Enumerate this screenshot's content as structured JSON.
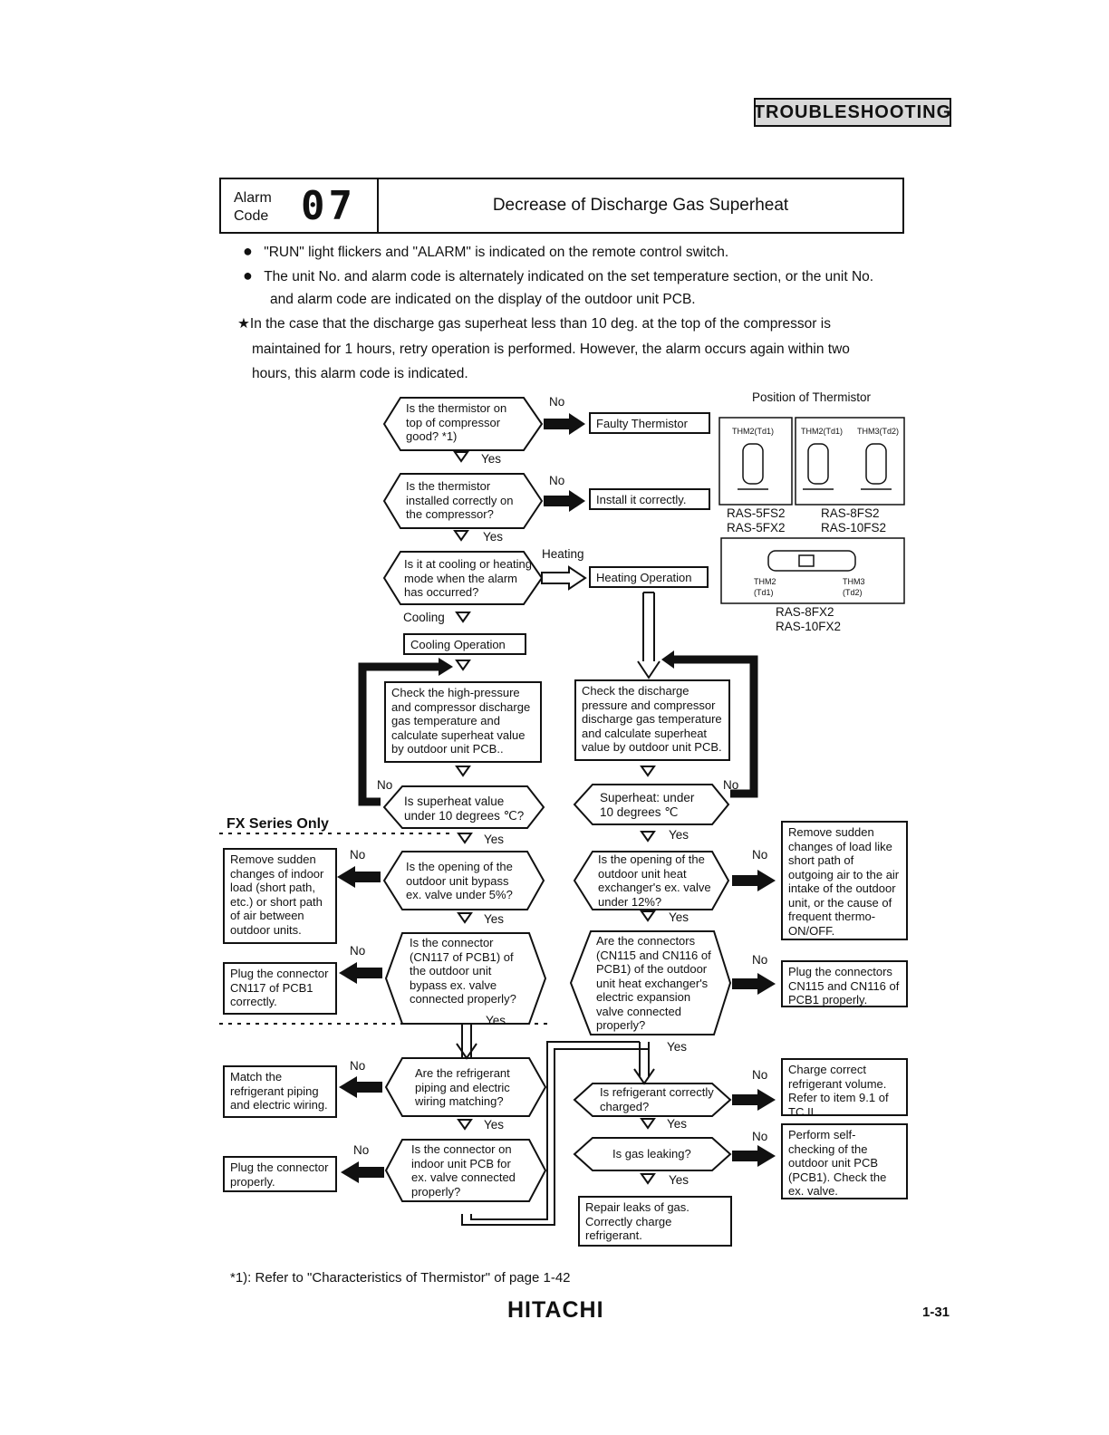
{
  "header": {
    "section_tag": "TROUBLESHOOTING"
  },
  "alarm": {
    "alarm_label": "Alarm",
    "code_label": "Code",
    "code": "07",
    "title": "Decrease of Discharge Gas Superheat"
  },
  "notes": {
    "bullet1": "\"RUN\" light flickers and \"ALARM\" is indicated on the remote control switch.",
    "bullet2a": "The unit No. and alarm code is alternately indicated on the set temperature section, or the unit No.",
    "bullet2b": "and alarm code are indicated on the display of the outdoor unit PCB.",
    "star_a": "★In the case that  the discharge gas  superheat less than 10 deg. at the top of the compressor is",
    "star_b": "maintained for 1 hours,  retry operation is performed.  However, the alarm occurs again within two",
    "star_c": "hours, this alarm code is indicated."
  },
  "flow": {
    "q1": "Is the thermistor on top of compressor good? *1)",
    "r1": "Faulty Thermistor",
    "q2": "Is the thermistor installed correctly on the compressor?",
    "r2": "Install it correctly.",
    "q3": "Is it at cooling or heating mode when the alarm has occurred?",
    "heating_op": "Heating Operation",
    "cooling_op": "Cooling Operation",
    "check_cool": "Check the high-pressure and compressor discharge gas temperature and calculate superheat value by outdoor unit PCB..",
    "check_heat": "Check the discharge pressure and compressor discharge gas temperature and calculate superheat value by outdoor unit PCB.",
    "q_sh_cool": "Is superheat value under 10 degrees ℃?",
    "q_sh_heat": "Superheat: under 10 degrees ℃",
    "fx_only": "FX Series Only",
    "q_bypass": "Is the opening of  the outdoor unit bypass ex. valve under 5%?",
    "r_bypass": "Remove sudden changes of  indoor load (short path, etc.) or short path of air between outdoor units.",
    "q_cn117": "Is the connector (CN117 of PCB1) of the outdoor unit bypass ex.  valve connected properly?",
    "r_cn117": "Plug the connector CN117 of PCB1 correctly.",
    "q_hx": "Is the opening of the outdoor unit heat exchanger's ex. valve under 12%?",
    "r_hx": "Remove sudden changes of load like short path of outgoing air to the air intake of the outdoor unit, or the cause of frequent thermo-ON/OFF.",
    "q_cn115": "Are the connectors (CN115 and CN116 of PCB1) of the outdoor unit heat exchanger's electric expansion valve connected properly?",
    "r_cn115": "Plug the connectors CN115 and CN116 of PCB1 properly.",
    "q_piping": "Are the refrigerant piping and electric wiring matching?",
    "r_piping": "Match the refrigerant piping and electric wiring.",
    "q_indoor": "Is the connector on indoor unit PCB for ex. valve connected properly?",
    "r_indoor": "Plug the connector properly.",
    "q_charge": "Is refrigerant correctly charged?",
    "r_charge": "Charge correct refrigerant volume. Refer to item 9.1 of TC II .",
    "q_leak": "Is gas leaking?",
    "r_leak_yes": "Repair leaks of gas. Correctly charge refrigerant.",
    "r_leak_no": "Perform self-checking of the outdoor unit PCB (PCB1).  Check the ex. valve."
  },
  "labels": {
    "yes": "Yes",
    "no": "No",
    "heating": "Heating",
    "cooling": "Cooling"
  },
  "thermistor": {
    "title": "Position of Thermistor",
    "a1": "THM2(Td1)",
    "b1": "THM2(Td1)",
    "b2": "THM3(Td2)",
    "model_a": "RAS-5FS2",
    "model_b": "RAS-5FX2",
    "model_c": "RAS-8FS2",
    "model_d": "RAS-10FS2",
    "h_thm2": "THM2",
    "h_td1": "(Td1)",
    "h_thm3": "THM3",
    "h_td2": "(Td2)",
    "model_e": "RAS-8FX2",
    "model_f": "RAS-10FX2"
  },
  "footer": {
    "note": "*1): Refer to \"Characteristics of Thermistor\" of page 1-42",
    "brand": "HITACHI",
    "page": "1-31"
  }
}
